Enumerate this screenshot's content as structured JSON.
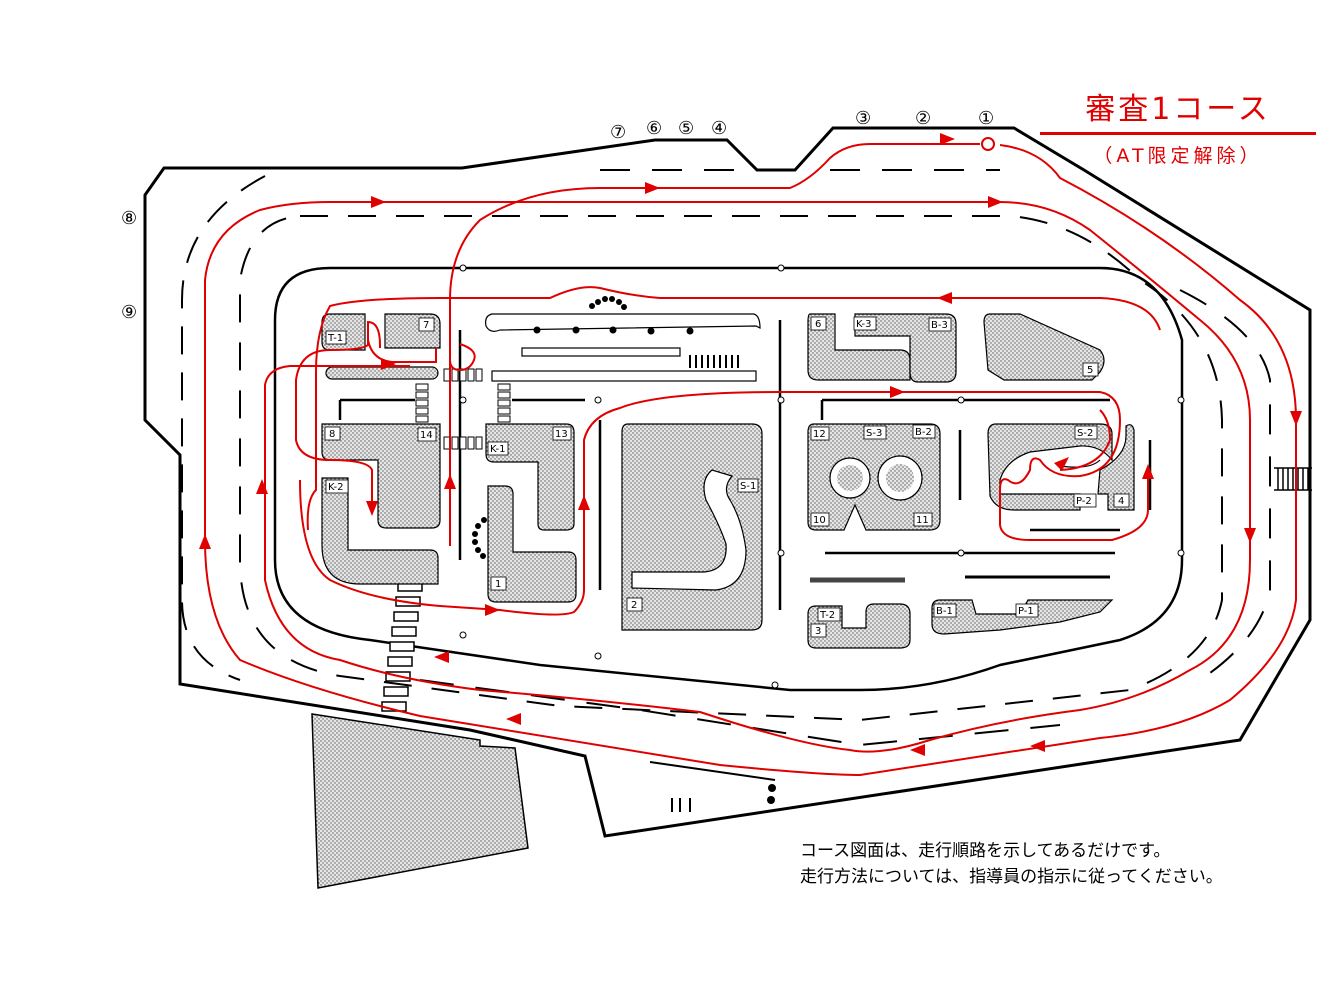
{
  "title": "審査1コース",
  "subtitle": "（AT限定解除）",
  "notes": [
    "コース図面は、走行順路を示してあるだけです。",
    "走行方法については、指導員の指示に従ってください。"
  ],
  "route_color": "#e00000",
  "point_markers": [
    "①",
    "②",
    "③",
    "④",
    "⑤",
    "⑥",
    "⑦",
    "⑧",
    "⑨"
  ],
  "area_labels": [
    "T-1",
    "7",
    "8",
    "14",
    "K-1",
    "13",
    "K-2",
    "1",
    "2",
    "S-1",
    "6",
    "K-3",
    "B-3",
    "5",
    "12",
    "S-3",
    "B-2",
    "S-2",
    "10",
    "11",
    "P-2",
    "4",
    "T-2",
    "3",
    "B-1",
    "P-1"
  ]
}
